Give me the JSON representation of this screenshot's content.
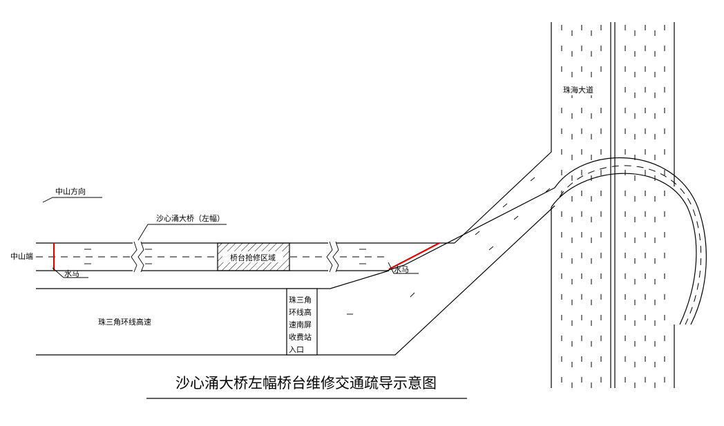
{
  "labels": {
    "direction": "中山方向",
    "bridge": "沙心涌大桥（左幅）",
    "repair_zone": "桥台抢修区域",
    "zhongshan_end": "中山端",
    "barrier_left": "水马",
    "barrier_right": "水马",
    "highway": "珠三角环线高速",
    "toll_line1": "珠三角",
    "toll_line2": "环线高",
    "toll_line3": "速南屏",
    "toll_line4": "收费站",
    "toll_line5": "入口",
    "avenue": "珠海大道",
    "title": "沙心涌大桥左幅桥台维修交通疏导示意图"
  },
  "colors": {
    "line": "#000000",
    "barrier": "#e00000",
    "background": "#ffffff"
  }
}
